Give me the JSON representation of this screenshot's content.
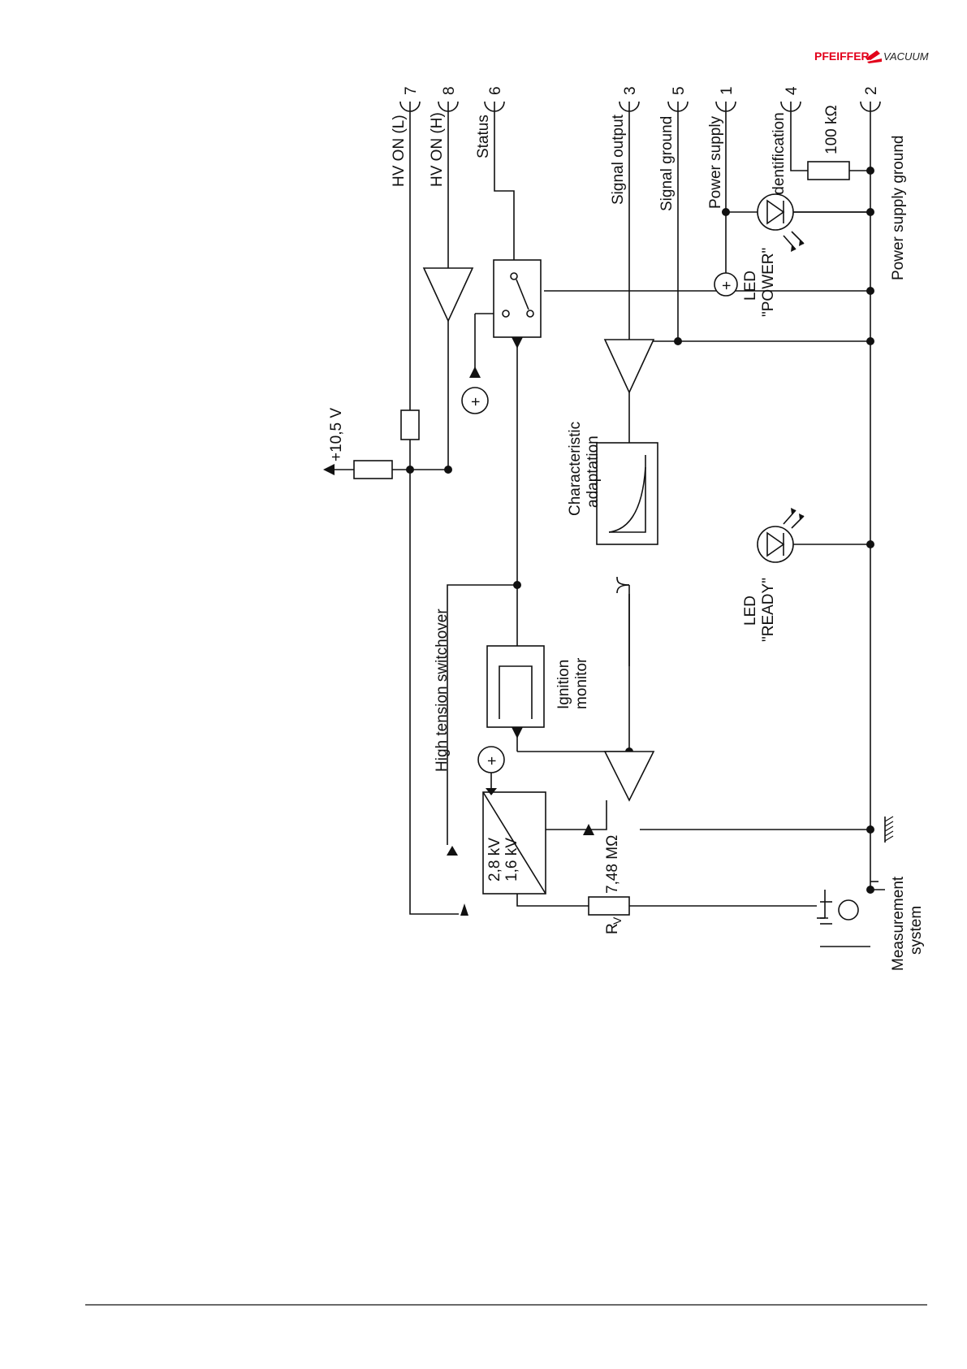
{
  "brand": {
    "name_left": "PFEIFFER",
    "name_right": "VACUUM",
    "accent_color": "#e2001a"
  },
  "pins": {
    "p7": "7",
    "p8": "8",
    "p6": "6",
    "p3": "3",
    "p5": "5",
    "p1": "1",
    "p4": "4",
    "p2": "2"
  },
  "labels": {
    "hv_on_l": "HV ON (L)",
    "hv_on_h": "HV ON (H)",
    "status": "Status",
    "signal_output": "Signal output",
    "signal_ground": "Signal ground",
    "power_supply": "Power supply",
    "identification": "Identification",
    "power_supply_ground": "Power supply ground",
    "supply_voltage": "+10,5 V",
    "resistor_100k": "100 kΩ",
    "high_tension_switchover": "High tension switchover",
    "characteristic_line1": "Characteristic",
    "characteristic_line2": "adaptation",
    "ignition_line1": "Ignition",
    "ignition_line2": "monitor",
    "led_power_line1": "LED",
    "led_power_line2": "\"POWER\"",
    "led_ready_line1": "LED",
    "led_ready_line2": "\"READY\"",
    "hv_kv1": "2,8 kV",
    "hv_kv2": "1,6 kV",
    "rv_value": "7,48 MΩ",
    "rv_symbol": "R",
    "rv_sub": "V",
    "measurement_line1": "Measurement",
    "measurement_line2": "system",
    "plus": "+"
  }
}
